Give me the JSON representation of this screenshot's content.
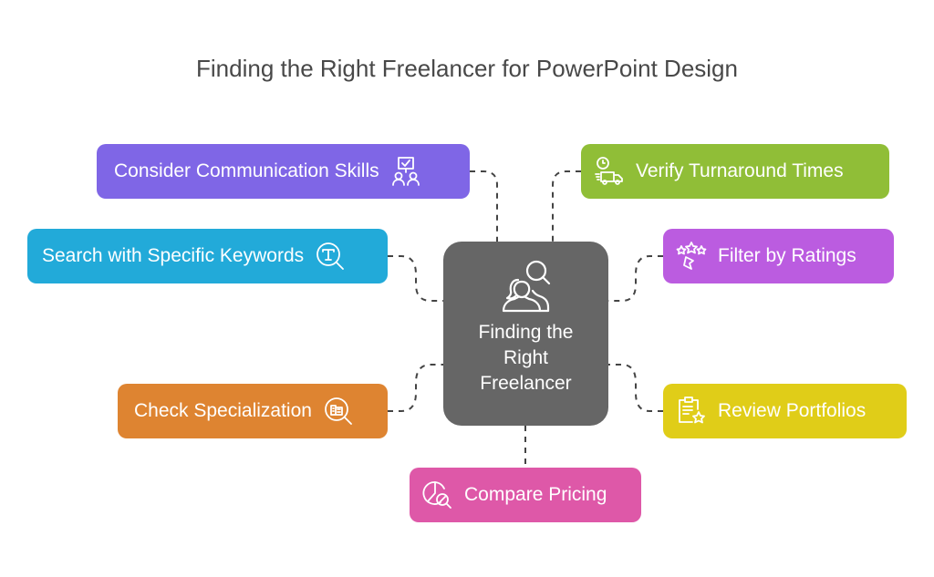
{
  "title": "Finding the Right Freelancer for PowerPoint Design",
  "center": {
    "label": "Finding the Right Freelancer",
    "icon": "people-search-icon",
    "color": "#666666"
  },
  "nodes": [
    {
      "id": "communication",
      "label": "Consider Communication Skills",
      "icon": "presentation-people-icon",
      "color": "#7F66E6"
    },
    {
      "id": "keywords",
      "label": "Search with Specific Keywords",
      "icon": "text-search-icon",
      "color": "#22AAD9"
    },
    {
      "id": "specialization",
      "label": "Check Specialization",
      "icon": "building-search-icon",
      "color": "#DE8431"
    },
    {
      "id": "pricing",
      "label": "Compare Pricing",
      "icon": "chart-search-icon",
      "color": "#DE58A8"
    },
    {
      "id": "turnaround",
      "label": "Verify Turnaround Times",
      "icon": "delivery-truck-clock-icon",
      "color": "#90BE37"
    },
    {
      "id": "ratings",
      "label": "Filter by Ratings",
      "icon": "stars-ribbon-icon",
      "color": "#BB5CE0"
    },
    {
      "id": "portfolios",
      "label": "Review Portfolios",
      "icon": "clipboard-star-icon",
      "color": "#E0CD18"
    }
  ]
}
